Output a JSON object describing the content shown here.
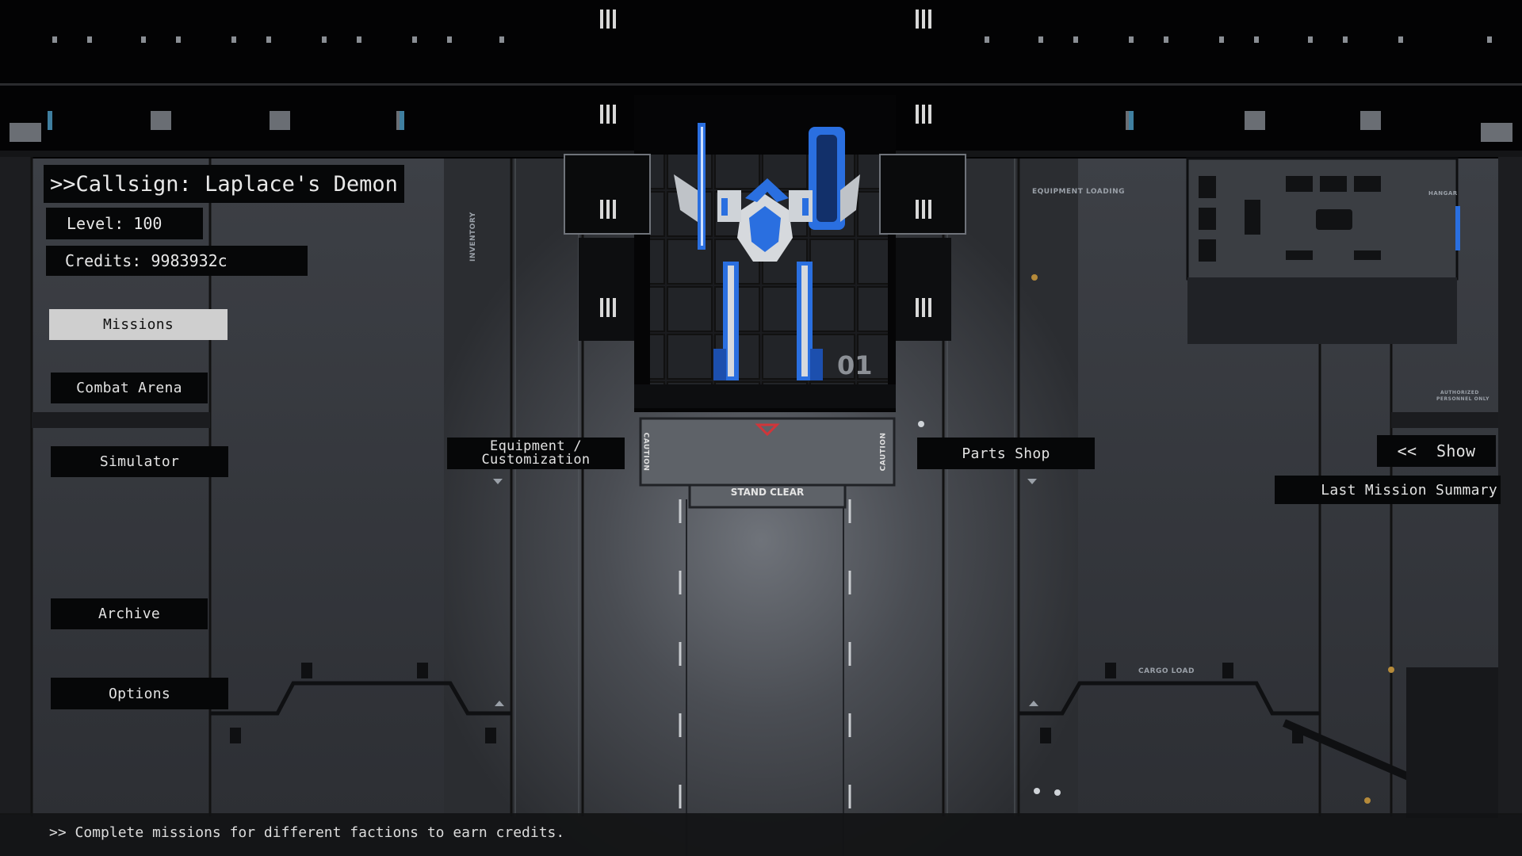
{
  "hud": {
    "callsign": ">>Callsign: Laplace's Demon",
    "level": "Level: 100",
    "credits": "Credits: 9983932c"
  },
  "menu": {
    "missions": "Missions",
    "combat_arena": "Combat Arena",
    "simulator": "Simulator",
    "archive": "Archive",
    "options": "Options"
  },
  "hangar": {
    "equipment_line1": "Equipment /",
    "equipment_line2": "Customization",
    "parts_shop": "Parts Shop",
    "show": "<<  Show",
    "last_mission_summary": "Last Mission Summary",
    "stand_clear": "STAND CLEAR",
    "caution_left": "CAUTION",
    "caution_right": "CAUTION",
    "bay_number": "01",
    "inventory": "INVENTORY",
    "equipment_loading": "EQUIPMENT LOADING",
    "hangar_label": "HANGAR",
    "authorized": "AUTHORIZED",
    "personnel_only": "PERSONNEL ONLY",
    "cargo_load": "CARGO LOAD"
  },
  "footer": {
    "hint": ">> Complete missions for different factions to earn credits."
  },
  "colors": {
    "accent_blue": "#2a6fe0",
    "floor": "#3a3d42",
    "panel": "#060708",
    "active_button": "#cfcfcf"
  }
}
